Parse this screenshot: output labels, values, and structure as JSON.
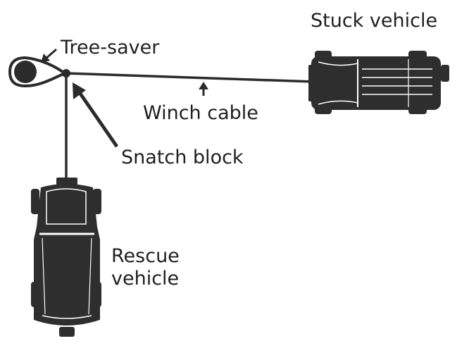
{
  "labels": {
    "stuck_vehicle": "Stuck vehicle",
    "tree_saver": "Tree-saver",
    "winch_cable": "Winch cable",
    "snatch_block": "Snatch block",
    "rescue_vehicle_line1": "Rescue",
    "rescue_vehicle_line2": "vehicle"
  },
  "colors": {
    "ink": "#2b2b2b",
    "vehicle": "#2e2e2e",
    "vehicle_detail": "#ffffff",
    "background": "#ffffff"
  }
}
